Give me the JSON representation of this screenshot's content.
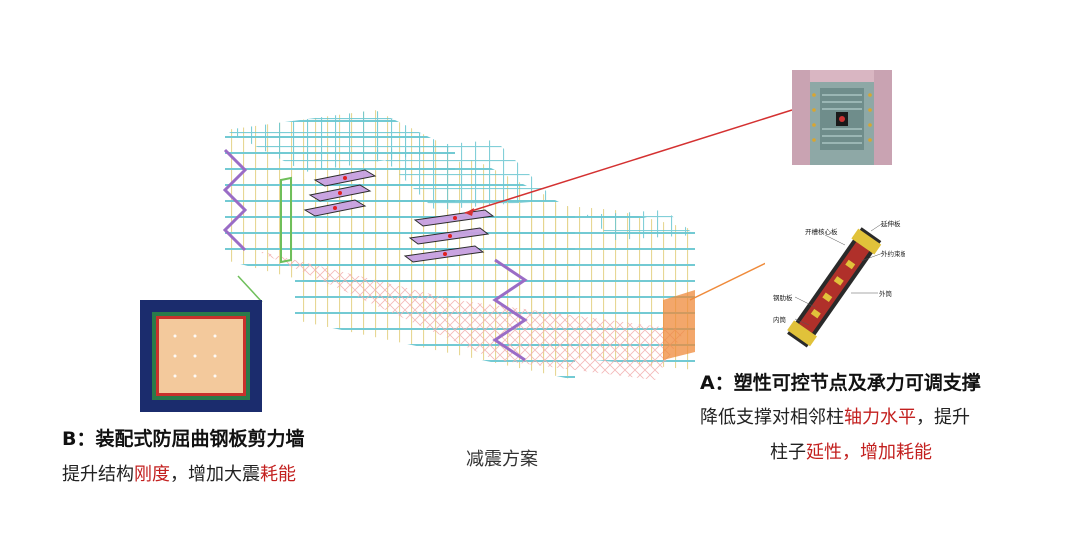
{
  "captions": {
    "b_title": "B：装配式防屈曲钢板剪力墙",
    "b_desc_parts": [
      "提升结构",
      "刚度",
      "，增加大震",
      "耗能"
    ],
    "a_title": "A：塑性可控节点及承力可调支撑",
    "a_desc1_parts": [
      "降低支撑对相邻柱",
      "轴力水平",
      "，提升"
    ],
    "a_desc2_parts": [
      "柱子",
      "延性，增加耗能"
    ]
  },
  "center_label": "减震方案",
  "brace_labels": [
    "开槽核心板",
    "延伸板",
    "外约束板",
    "钢肋板",
    "外筒",
    "内筒"
  ],
  "colors": {
    "highlight": "#c3201f",
    "frame": "#6cc7d1",
    "column": "#f1e7b6",
    "brace": "#9a6cc6",
    "panel": "#c7a0e0",
    "orange": "#ef8a3a"
  }
}
